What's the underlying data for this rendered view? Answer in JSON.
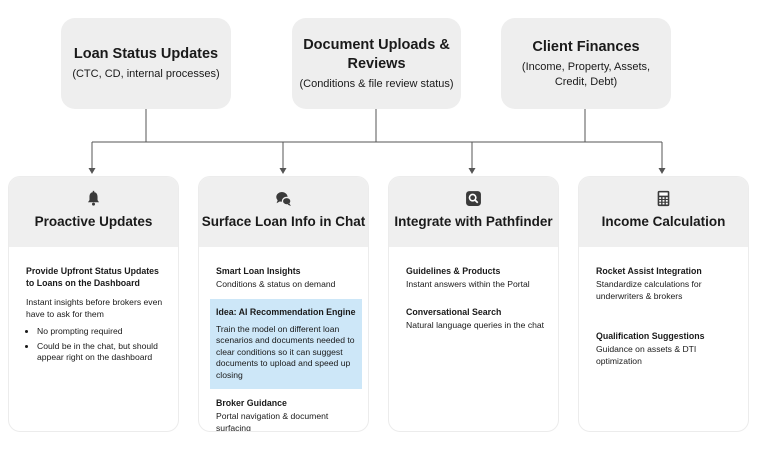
{
  "sources": [
    {
      "title": "Loan Status Updates",
      "sub": "(CTC, CD, internal processes)"
    },
    {
      "title": "Document Uploads &\nReviews",
      "sub": "(Conditions & file review status)"
    },
    {
      "title": "Client Finances",
      "sub": "(Income, Property, Assets,\nCredit, Debt)"
    }
  ],
  "cards": [
    {
      "icon": "bell-icon",
      "title": "Proactive Updates",
      "heading": "Provide Upfront Status Updates to Loans on the Dashboard",
      "text": "Instant insights before brokers even have to ask for them",
      "bullets": [
        "No prompting required",
        "Could be in the chat, but should appear right on the dashboard"
      ]
    },
    {
      "icon": "chat-bubbles-icon",
      "title": "Surface Loan Info in Chat",
      "h1": "Smart Loan Insights",
      "t1": "Conditions & status on demand",
      "idea_title": "Idea: AI Recommendation Engine",
      "idea_text": "Train the model on different loan scenarios and documents needed to clear conditions so it can suggest documents to upload and speed up closing",
      "h2": "Broker Guidance",
      "t2": "Portal navigation & document surfacing"
    },
    {
      "icon": "search-icon",
      "title": "Integrate with Pathfinder",
      "h1": "Guidelines & Products",
      "t1": "Instant answers within the Portal",
      "h2": "Conversational Search",
      "t2": "Natural language queries in the chat"
    },
    {
      "icon": "calculator-icon",
      "title": "Income Calculation",
      "h1": "Rocket Assist Integration",
      "t1": "Standardize calculations for underwriters & brokers",
      "h2": "Qualification Suggestions",
      "t2": "Guidance on assets & DTI optimization"
    }
  ]
}
